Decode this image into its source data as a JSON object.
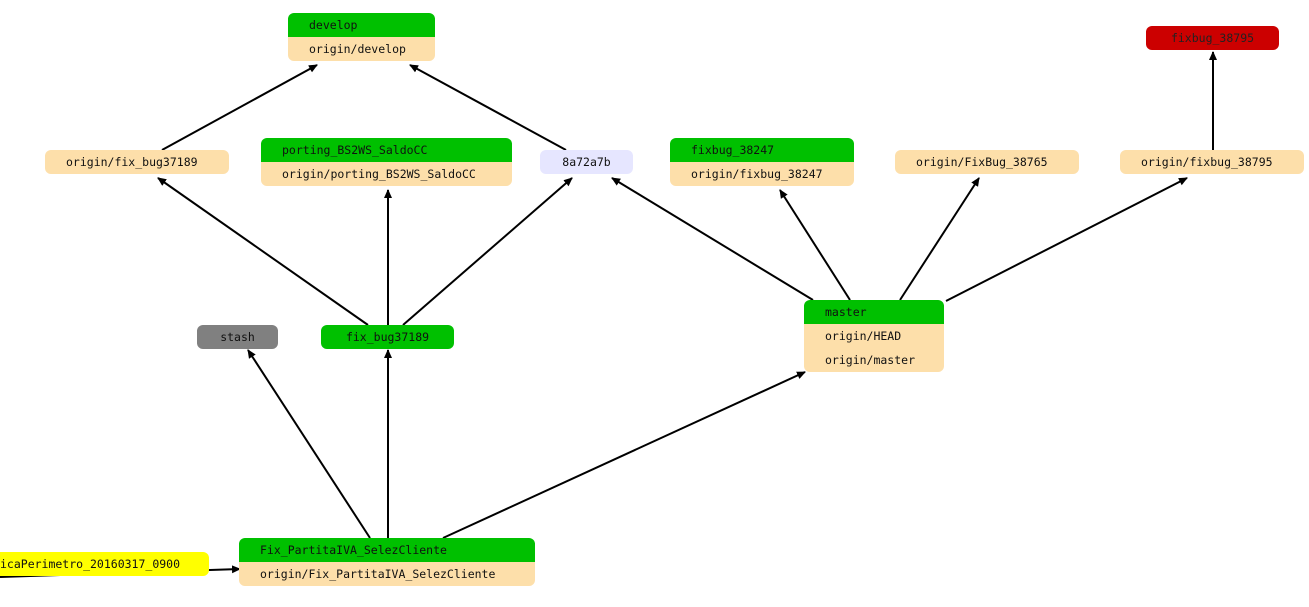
{
  "nodes": {
    "develop": {
      "refs": [
        "develop",
        "origin/develop"
      ]
    },
    "origin_fix_bug37189": {
      "refs": [
        "origin/fix_bug37189"
      ]
    },
    "porting": {
      "refs": [
        "porting_BS2WS_SaldoCC",
        "origin/porting_BS2WS_SaldoCC"
      ]
    },
    "commit_8a72a7b": {
      "refs": [
        "8a72a7b"
      ]
    },
    "fixbug_38247": {
      "refs": [
        "fixbug_38247",
        "origin/fixbug_38247"
      ]
    },
    "origin_FixBug_38765": {
      "refs": [
        "origin/FixBug_38765"
      ]
    },
    "fixbug_38795_red": {
      "refs": [
        "fixbug_38795"
      ]
    },
    "origin_fixbug_38795": {
      "refs": [
        "origin/fixbug_38795"
      ]
    },
    "stash": {
      "refs": [
        "stash"
      ]
    },
    "fix_bug37189": {
      "refs": [
        "fix_bug37189"
      ]
    },
    "master": {
      "refs": [
        "master",
        "origin/HEAD",
        "origin/master"
      ]
    },
    "fix_partita": {
      "refs": [
        "Fix_PartitaIVA_SelezCliente",
        "origin/Fix_PartitaIVA_SelezCliente"
      ]
    },
    "tag_perimetro": {
      "refs": [
        "icaPerimetro_20160317_0900"
      ]
    }
  },
  "colors": {
    "local_branch": "#00c000",
    "remote_branch": "#fddfaa",
    "stash": "#808080",
    "commit": "#e6e6ff",
    "highlight_branch": "#cc0000",
    "tag": "#ffff00",
    "edge": "#000000"
  }
}
